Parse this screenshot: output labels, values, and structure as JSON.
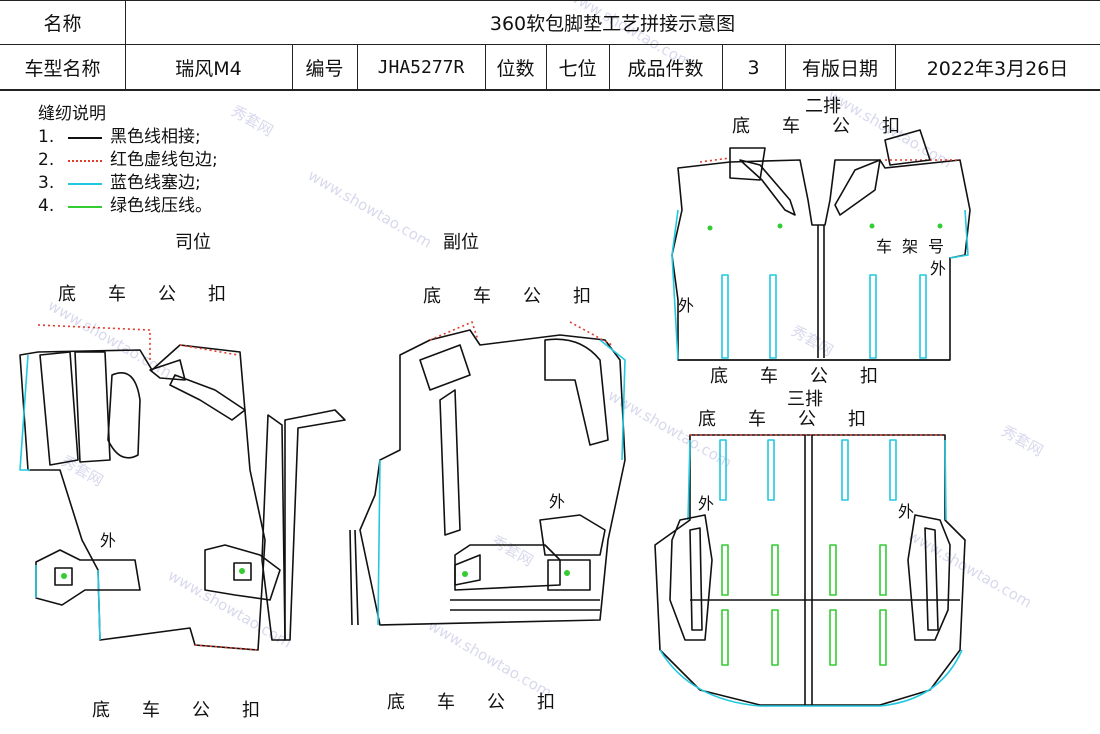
{
  "header": {
    "name_label": "名称",
    "title": "360软包脚垫工艺拼接示意图",
    "model_label": "车型名称",
    "model_value": "瑞风M4",
    "code_label": "编号",
    "code_value": "JHA5277R",
    "seats_label": "位数",
    "seats_value": "七位",
    "pieces_label": "成品件数",
    "pieces_value": "3",
    "date_label": "有版日期",
    "date_value": "2022年3月26日"
  },
  "legend": {
    "title": "缝纫说明",
    "items": [
      {
        "num": "1.",
        "text": "黑色线相接;",
        "color": "#111111",
        "style": "solid"
      },
      {
        "num": "2.",
        "text": "红色虚线包边;",
        "color": "#e03a2a",
        "style": "dotted"
      },
      {
        "num": "3.",
        "text": "蓝色线塞边;",
        "color": "#22c8e0",
        "style": "solid"
      },
      {
        "num": "4.",
        "text": "绿色线压线。",
        "color": "#33cc33",
        "style": "solid"
      }
    ]
  },
  "sections": {
    "driver": "司位",
    "passenger": "副位",
    "row2": "二排",
    "row3": "三排"
  },
  "labels": {
    "bottom_clip": "底车公扣",
    "outer": "外",
    "frame_no": "车架号"
  },
  "watermark": {
    "text_cn": "秀套网",
    "text_url": "www.showtao.com"
  },
  "colors": {
    "black": "#111111",
    "red": "#e03a2a",
    "blue": "#22c8e0",
    "green": "#33cc33",
    "watermark": "#d9d9ee"
  }
}
